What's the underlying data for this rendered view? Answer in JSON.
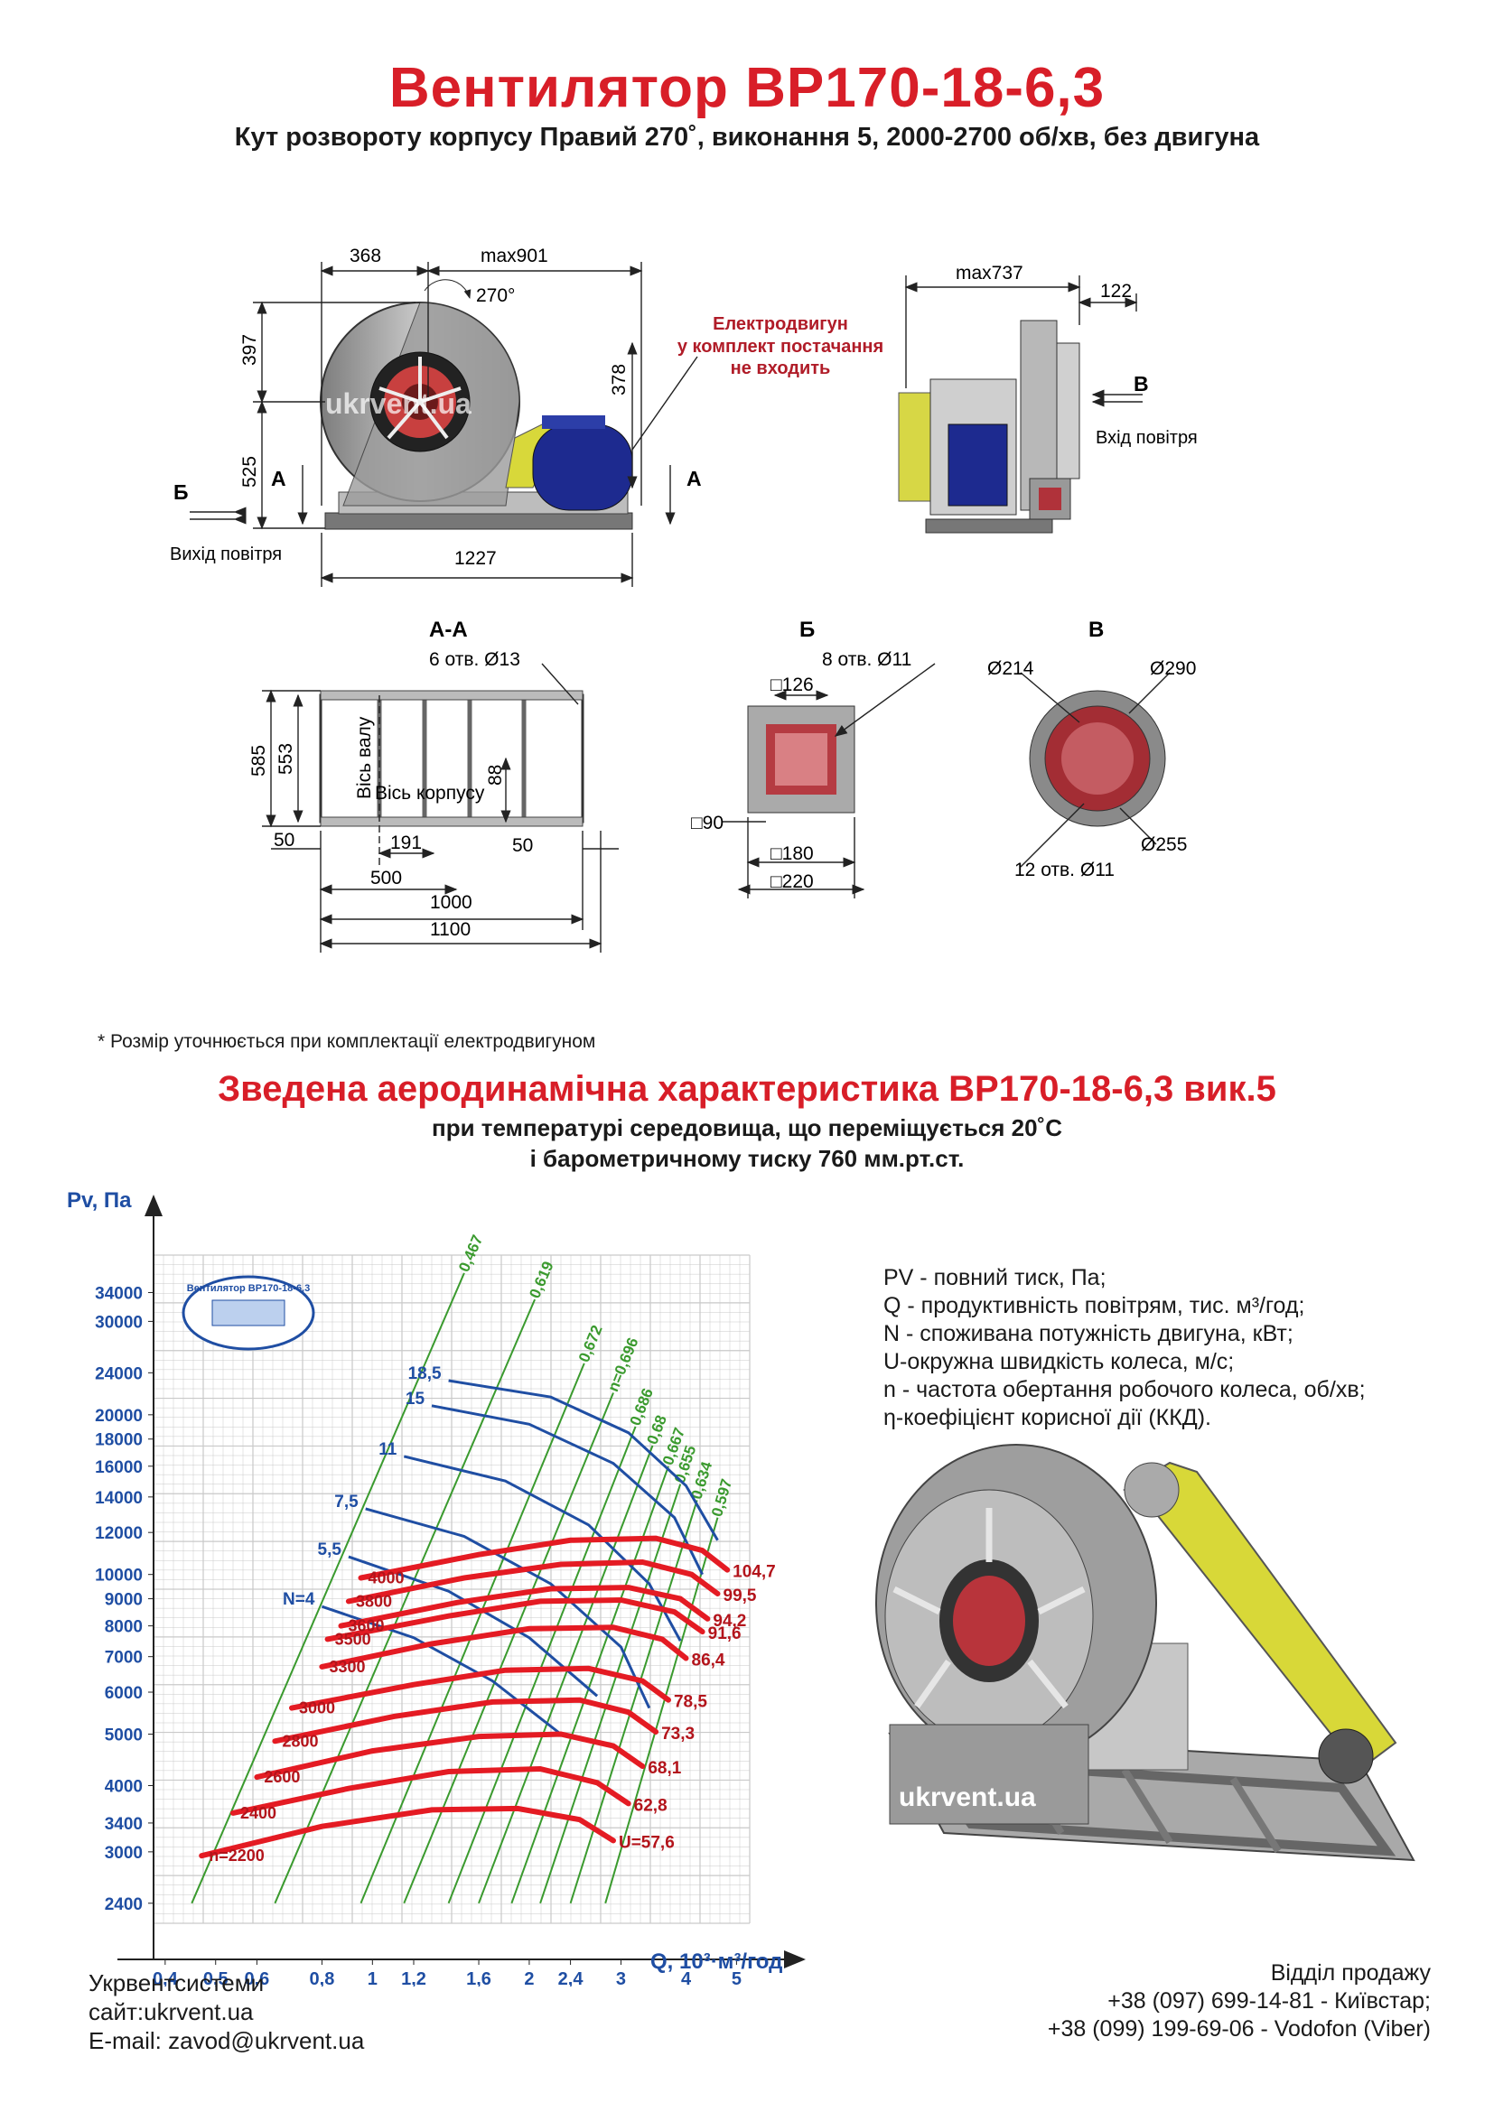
{
  "header": {
    "title": "Вентилятор ВР170-18-6,3",
    "subtitle": "Кут розвороту корпусу Правий 270˚, виконання 5, 2000-2700 об/хв, без двигуна"
  },
  "drawing": {
    "dims_front": {
      "d368": "368",
      "dmax901": "max901",
      "a270": "270°",
      "d397": "397",
      "d525": "525",
      "d378": "378",
      "d1227": "1227"
    },
    "motor_note": [
      "Електродвигун",
      "у комплект постачання",
      "не входить"
    ],
    "label_B_left": "Б",
    "label_A_left": "А",
    "label_A_right": "А",
    "outlet_label": "Вихід повітря",
    "dims_side": {
      "dmax737": "max737",
      "d122": "122"
    },
    "label_V": "В",
    "inlet_label": "Вхід повітря",
    "watermark": "ukrvent.ua",
    "section_AA": {
      "title": "А-А",
      "holes": "6 отв. Ø13",
      "shaft_axis": "Вісь валу",
      "body_axis": "Вісь корпусу",
      "d585": "585",
      "d553": "553",
      "d88": "88",
      "d50a": "50",
      "d191": "191",
      "d50b": "50",
      "d500": "500",
      "d1000": "1000",
      "d1100": "1100"
    },
    "view_B": {
      "title": "Б",
      "holes": "8 отв. Ø11",
      "d126": "□126",
      "d90": "□90",
      "d180": "□180",
      "d220": "□220"
    },
    "view_V": {
      "title": "В",
      "d214": "Ø214",
      "d290": "Ø290",
      "d255": "Ø255",
      "holes": "12 отв. Ø11"
    }
  },
  "note": "* Розмір уточнюється при комплектації електродвигуном",
  "section": {
    "title": "Зведена аеродинамічна характеристика ВР170-18-6,3 вик.5",
    "sub1": "при температурі середовища, що переміщується 20˚С",
    "sub2": "і барометричному тиску 760 мм.рт.ст."
  },
  "chart_data": {
    "type": "line",
    "title": "",
    "ylabel": "Pv, Па",
    "xlabel": "Q, 10³·м³/год",
    "x_scale": "log",
    "y_scale": "log",
    "xlim": [
      0.38,
      5.3
    ],
    "ylim": [
      2200,
      40000
    ],
    "x_ticks": [
      0.4,
      0.5,
      0.6,
      0.8,
      1,
      1.2,
      1.6,
      2,
      2.4,
      3,
      4,
      5
    ],
    "x_tick_labels": [
      "0,4",
      "0,5",
      "0,6",
      "0,8",
      "1",
      "1,2",
      "1,6",
      "2",
      "2,4",
      "3",
      "4",
      "5"
    ],
    "y_ticks": [
      2400,
      3000,
      3400,
      4000,
      5000,
      6000,
      7000,
      8000,
      9000,
      10000,
      12000,
      14000,
      16000,
      18000,
      20000,
      24000,
      30000,
      34000
    ],
    "y_tick_labels": [
      "2400",
      "3000",
      "3400",
      "4000",
      "5000",
      "6000",
      "7000",
      "8000",
      "9000",
      "10000",
      "12000",
      "14000",
      "16000",
      "18000",
      "20000",
      "24000",
      "30000",
      "34000"
    ],
    "grid": true,
    "speed_curves": [
      {
        "name": "n=2200",
        "x": [
          0.47,
          0.8,
          1.3,
          1.9,
          2.5,
          2.9
        ],
        "y": [
          2950,
          3350,
          3600,
          3620,
          3450,
          3150
        ],
        "end_label": "U=57,6"
      },
      {
        "name": "2400",
        "x": [
          0.54,
          0.9,
          1.4,
          2.1,
          2.7,
          3.1
        ],
        "y": [
          3550,
          3950,
          4250,
          4300,
          4050,
          3700
        ],
        "end_label": "62,8"
      },
      {
        "name": "2600",
        "x": [
          0.6,
          1.0,
          1.6,
          2.3,
          2.9,
          3.3
        ],
        "y": [
          4150,
          4650,
          4950,
          5000,
          4750,
          4350
        ],
        "end_label": "68,1"
      },
      {
        "name": "2800",
        "x": [
          0.65,
          1.1,
          1.7,
          2.5,
          3.1,
          3.5
        ],
        "y": [
          4850,
          5400,
          5750,
          5800,
          5500,
          5050
        ],
        "end_label": "73,3"
      },
      {
        "name": "3000",
        "x": [
          0.7,
          1.2,
          1.8,
          2.6,
          3.3,
          3.7
        ],
        "y": [
          5600,
          6200,
          6600,
          6650,
          6300,
          5800
        ],
        "end_label": "78,5"
      },
      {
        "name": "3300",
        "x": [
          0.8,
          1.3,
          2.0,
          2.9,
          3.6,
          4.0
        ],
        "y": [
          6700,
          7400,
          7900,
          7950,
          7550,
          6950
        ],
        "end_label": "86,4"
      },
      {
        "name": "3500",
        "x": [
          0.82,
          1.4,
          2.1,
          3.0,
          3.8,
          4.3
        ],
        "y": [
          7550,
          8350,
          8900,
          8950,
          8500,
          7800
        ],
        "end_label": "91,6"
      },
      {
        "name": "3600",
        "x": [
          0.87,
          1.45,
          2.2,
          3.1,
          3.9,
          4.4
        ],
        "y": [
          8000,
          8850,
          9400,
          9450,
          9000,
          8250
        ],
        "end_label": "94,2"
      },
      {
        "name": "3800",
        "x": [
          0.9,
          1.5,
          2.3,
          3.3,
          4.1,
          4.6
        ],
        "y": [
          8900,
          9850,
          10450,
          10550,
          10000,
          9200
        ],
        "end_label": "99,5"
      },
      {
        "name": "4000",
        "x": [
          0.95,
          1.6,
          2.4,
          3.5,
          4.3,
          4.8
        ],
        "y": [
          9850,
          10900,
          11600,
          11700,
          11100,
          10200
        ],
        "end_label": "104,7"
      }
    ],
    "power_curves": [
      {
        "name": "N=4",
        "x": [
          0.8,
          1.2,
          1.7,
          2.3
        ],
        "y": [
          8700,
          7600,
          6300,
          5000
        ]
      },
      {
        "name": "5,5",
        "x": [
          0.9,
          1.4,
          2.0,
          2.7
        ],
        "y": [
          10800,
          9300,
          7600,
          5900
        ]
      },
      {
        "name": "7,5",
        "x": [
          0.97,
          1.5,
          2.2,
          3.0,
          3.4
        ],
        "y": [
          13300,
          11800,
          9600,
          7300,
          5600
        ]
      },
      {
        "name": "11",
        "x": [
          1.15,
          1.8,
          2.6,
          3.4,
          3.9
        ],
        "y": [
          16700,
          15000,
          12400,
          9600,
          7500
        ]
      },
      {
        "name": "15",
        "x": [
          1.3,
          2.0,
          2.9,
          3.8,
          4.3
        ],
        "y": [
          20800,
          19200,
          16200,
          12800,
          10000
        ]
      },
      {
        "name": "18,5",
        "x": [
          1.4,
          2.2,
          3.1,
          4.0,
          4.6
        ],
        "y": [
          23200,
          21600,
          18500,
          14700,
          11600
        ]
      }
    ],
    "efficiency_lines": [
      {
        "name": "0,467",
        "x": [
          0.45,
          1.5
        ],
        "y": [
          2400,
          37000
        ]
      },
      {
        "name": "0,619",
        "x": [
          0.65,
          2.05
        ],
        "y": [
          2400,
          33000
        ]
      },
      {
        "name": "0,672",
        "x": [
          0.95,
          2.55
        ],
        "y": [
          2400,
          25000
        ]
      },
      {
        "name": "n=0,696",
        "x": [
          1.15,
          2.9
        ],
        "y": [
          2400,
          22000
        ]
      },
      {
        "name": "0,686",
        "x": [
          1.4,
          3.2
        ],
        "y": [
          2400,
          19000
        ]
      },
      {
        "name": "0,68",
        "x": [
          1.6,
          3.45
        ],
        "y": [
          2400,
          17500
        ]
      },
      {
        "name": "0,667",
        "x": [
          1.85,
          3.7
        ],
        "y": [
          2400,
          16000
        ]
      },
      {
        "name": "0,655",
        "x": [
          2.1,
          3.9
        ],
        "y": [
          2400,
          14800
        ]
      },
      {
        "name": "0,634",
        "x": [
          2.4,
          4.2
        ],
        "y": [
          2400,
          13800
        ]
      },
      {
        "name": "0,597",
        "x": [
          2.8,
          4.6
        ],
        "y": [
          2400,
          12800
        ]
      }
    ],
    "stamp_text": "Вентилятор ВР170-18-6,3"
  },
  "legend": [
    "PV - повний тиск, Па;",
    "Q - продуктивність повітрям, тис. м³/год;",
    "N - споживана потужність двигуна, кВт;",
    "U-окружна швидкість колеса, м/с;",
    "n - частота обертання робочого колеса, об/хв;",
    "η-коефіцієнт корисної дії (ККД)."
  ],
  "footer_left": [
    "Укрвентсистеми",
    "сайт:ukrvent.ua",
    "E-mail: zavod@ukrvent.ua"
  ],
  "footer_right": [
    "Відділ продажу",
    "+38 (097) 699-14-81 - Київстар;",
    "+38 (099) 199-69-06 - Vodofon (Viber)"
  ],
  "colors": {
    "title_red": "#d81e28",
    "curve_red": "#e41b23",
    "curve_blue": "#1f4ea3",
    "line_green": "#3a9a2e",
    "grid": "#c9c9c9"
  },
  "icons": [
    "fan-drawing-icon",
    "motor-icon",
    "arrow-icon",
    "fan-3d-icon"
  ]
}
